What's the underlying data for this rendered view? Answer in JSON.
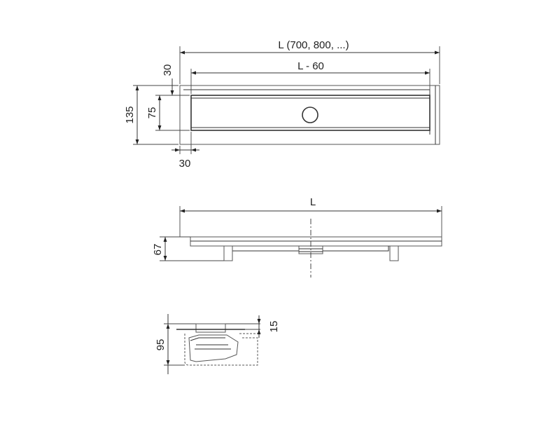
{
  "top_view": {
    "overall_length_label": "L (700, 800, ...)",
    "inner_length_label": "L - 60",
    "top_offset_label": "30",
    "outer_height_label": "135",
    "inner_height_label": "75",
    "bottom_offset_label": "30"
  },
  "side_view": {
    "length_label": "L",
    "height_label": "67"
  },
  "section_view": {
    "height_label": "95",
    "rim_label": "15"
  }
}
